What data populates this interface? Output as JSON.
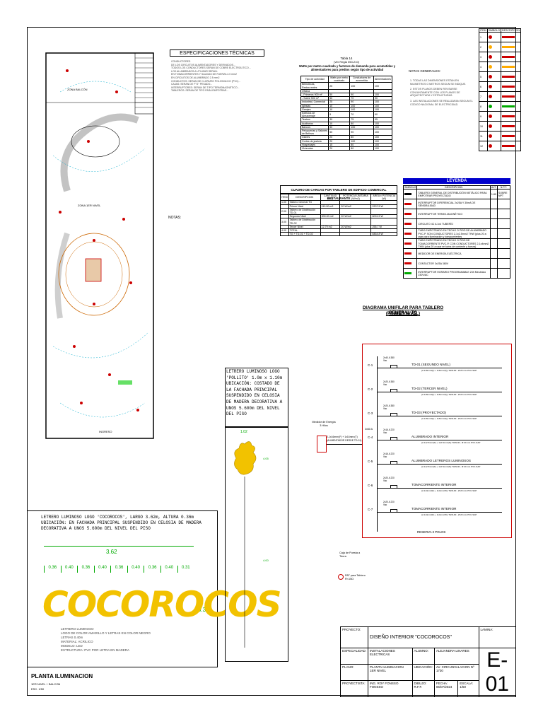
{
  "sheet": {
    "code": "E-01"
  },
  "plan": {
    "zona_balcon": "ZONA BALCÓN",
    "zona_primer_nivel": "ZONA 1ER NIVEL",
    "ingreso": "INGRESO",
    "title": "PLANTA ILUMINACION",
    "subtitle": "1ER NIVEL + BALCON",
    "scale": "ESC. 1/50",
    "dim_w_main": "3.62",
    "note_banner": "LETRERO LUMINOSO LOGO 'COCOROCOS', LARGO 3.62m, ALTURA 0.36m UBICACIÓN: EN FACHADA PRINCIPAL SUSPENDIDO EN CELOSIA DE MADERA DECORATIVA A UNOS 5.600m DEL NIVEL DEL PISO"
  },
  "spec": {
    "title": "ESPECIFICACIONES TÉCNICAS",
    "notas_label": "NOTAS:",
    "body": "CONDUCTORES\nDE LOS CIRCUITOS ALIMENTADORES Y DERIVADOS...\nTODOS LOS CONDUCTORES SERAN DE COBRE ELECTROLITICO...\nLOS ALUMBRADOS A UTILIZAR SERAN:\nEN TOMACORRIENTES Y SALIDAS DE FUERZA 4.0 mm2\nEN CIRCUITOS DE ALUMBRADO 2.5 mm2\nCONDUCTOS: SERAN DE CLORURO POLIVINILICO (PVC)...\nCAJAS: SERAN DE F°G° PESADO...\nINTERRUPTORES: SERAN DE TIPO TERMOMAGNETICO...\nTABLEROS: SERAN DE TIPO PARA EMPOTRAR..."
  },
  "tabla14": {
    "title": "Tabla 14",
    "subtitle": "(Ver Regla 050-210)",
    "caption": "Watts por metro cuadrado y factores de demanda para acometidas y alimentadores para predios según tipo de actividad",
    "headers": [
      "Tipo de actividad",
      "Watts por metro cuadrado",
      "Conductores de acometida",
      "Alimentadores"
    ],
    "rows": [
      [
        "Bibliotecas, Restaurantes",
        "25",
        "100",
        "100"
      ],
      [
        "Oficina",
        "",
        "",
        ""
      ],
      [
        "- Primeros 900 m²",
        "50",
        "90",
        "100"
      ],
      [
        "- Sobre 900 m²",
        "50",
        "70",
        "90"
      ],
      [
        "Industrial, Comercial",
        "25",
        "90",
        "100"
      ],
      [
        "Iglesias",
        "10",
        "100",
        "100"
      ],
      [
        "Garajes",
        "10",
        "100",
        "100"
      ],
      [
        "Edificios de Almacenaje",
        "5",
        "70",
        "90"
      ],
      [
        "Teatros",
        "30",
        "75",
        "95"
      ],
      [
        "Auditorios",
        "10",
        "80",
        "100"
      ],
      [
        "Bancos",
        "50",
        "100",
        "100"
      ],
      [
        "Peluquerías y Salones de Belleza",
        "50",
        "90",
        "100"
      ],
      [
        "Clubes",
        "20",
        "80",
        "100"
      ],
      [
        "Cortes de justicia",
        "20",
        "100",
        "100"
      ],
      [
        "Hospedajes",
        "15",
        "80",
        "100"
      ],
      [
        "Viviendas",
        "20",
        "80",
        "100"
      ]
    ]
  },
  "notas_right": {
    "title": "NOTAS GENERALES:",
    "items": [
      "1. TODAS LAS DIMENSIONES ESTAN EN MILIMETROS O METROS SEGUN SE INDIQUE.",
      "2. ESTOS PLANOS DEBEN REVISARSE CONJUNTAMENTE CON LOS PLANOS DE ARQUITECTURA Y ESTRUCTURAS.",
      "3. LAS INSTALACIONES SE REALIZARAN SEGUN EL CODIGO NACIONAL DE ELECTRICIDAD."
    ]
  },
  "cuadro_cargas": {
    "title": "CUADRO DE CARGAS POR TABLERO DE EDIFICIO COMERCIAL RESTAURANTE",
    "headers": [
      "ITEM",
      "DESCRIPCION",
      "CANTIDAD (m2)",
      "POTENCIA UNITARIA (W/m2)",
      "AREA x POTENCIA (W)"
    ],
    "rows": [
      [
        "1.00",
        "Tablero General TG",
        "",
        "",
        ""
      ],
      [
        "",
        "Primer Nivel",
        "110.00 m2",
        "20 W/m2",
        "2207.5 W"
      ],
      [
        "2.00",
        "Tablero de Distribución TD-01",
        "",
        "",
        ""
      ],
      [
        "",
        "Segundo Nivel",
        "300.00 m2",
        "20 W/m2",
        "6001.5 W"
      ],
      [
        "3.00",
        "Tablero de Distribución TD-02",
        "",
        "",
        ""
      ],
      [
        "",
        "Tercer Nivel",
        "12.79 m2",
        "20 W/m2",
        "255.7 W"
      ],
      [
        "4.00",
        "TOTAL",
        "",
        "",
        ""
      ],
      [
        "",
        "TG + TD-01 + TD-02",
        "",
        "",
        "8464.8 W"
      ]
    ]
  },
  "leyenda": {
    "title": "LEYENDA",
    "headers": [
      "SIMBOLO",
      "DESCRIPCION",
      "ALT.",
      "N.P.T."
    ],
    "rows": [
      {
        "color": "#000000",
        "desc": "TABLERO GENERAL DE DISTRIBUCIÓN METÁLICO PARA EMPOTRAR PROYECTADO",
        "alt": "1.80",
        "npt": "SOBRE NPT"
      },
      {
        "color": "#cc0000",
        "desc": "INTERRUPTOR DIFERENCIAL 2x25A Y 30mA DE SENSIBILIDAD",
        "alt": "",
        "npt": ""
      },
      {
        "color": "#cc0000",
        "desc": "INTERRUPTOR TERMO-MAGNÉTICO",
        "alt": "",
        "npt": ""
      },
      {
        "color": "#cc0000",
        "desc": "CIRCUITO 4C A 1x4 TUBERÍO",
        "alt": "",
        "npt": ""
      },
      {
        "color": "#cc0000",
        "desc": "TUBO EMPOTRADO EN TECHO O PISO DE ALUMBRADO PVC-P, SON CONDUCTORES 2-1x2.5mm2 THW (plus 20 a usar para iluminación y tomacorrientes",
        "alt": "",
        "npt": ""
      },
      {
        "color": "#cc0000",
        "desc": "TUBO EMPOTRADO EN TECHO O PISO DE TOMACORRIENTE PVC-P, CON CONDUCTORES 2-1x4mm2 THW (plus 20 a usar en toma de corriente y fuerza)",
        "alt": "",
        "npt": ""
      },
      {
        "color": "#cc0000",
        "desc": "MEDIDOR DE ENERGÍA ELÉCTRICA",
        "alt": "",
        "npt": ""
      },
      {
        "color": "#cc0000",
        "desc": "CONTACTOR 3x25A 380V",
        "alt": "",
        "npt": ""
      },
      {
        "color": "#00aa00",
        "desc": "INTERRUPTOR HORARIO PROGRAMABLE 24h Mecánico 230V/AC",
        "alt": "",
        "npt": ""
      }
    ]
  },
  "simbolos_top": {
    "headers": [
      "ITEM",
      "SIMBOLO",
      "DESCRIPCION"
    ],
    "rows": [
      "1",
      "2",
      "3",
      "4",
      "5",
      "6",
      "7",
      "8",
      "9",
      "10",
      "11",
      "12"
    ]
  },
  "unifilar": {
    "title": "DIAGRAMA UNIFILAR PARA TABLERO GENERAL TG",
    "subtitle": "(PRIMER NIVEL)",
    "medidor": "Medidor de Energía 3 Hilos",
    "acometida": "2-1x16mm²(F) + 1x16mm²(T) (ALIMENTADOR DESDE TD-01)",
    "principal": "3x60 A",
    "caja": "Caja de Puesta a Tierra",
    "pat": "PAT para Tablero R<15Ω",
    "reserva": "RESERVA 3 POLOS",
    "circuits": [
      {
        "id": "C-1",
        "breaker": "2x40 A 380 Vac",
        "name": "TD-01 (SEGUNDO NIVEL)",
        "cable": "(2-1x6mm²(F) + 1x6mm²(T)) THW-90 - Ø 25 mm PVC-SAP"
      },
      {
        "id": "C-2",
        "breaker": "2x20 A 380 Vac",
        "name": "TD-02 (TERCER NIVEL)",
        "cable": "(2-1x6mm²(F) + 1x6mm²(T)) THW-90 - Ø 20 mm PVC-SAP"
      },
      {
        "id": "C-3",
        "breaker": "2x20 A 380 Vac",
        "name": "TD-03 (PROYECTADO)",
        "cable": "(2-1x6mm²(F) + 1x6mm²(T)) THW-90 - Ø 20 mm PVC-SAP"
      },
      {
        "id": "C-4",
        "breaker": "2x16 A 220 Vac",
        "name": "ALUMBRADO INTERIOR",
        "cable": "(2-1x2.5mm²(F) + 1x2.5mm²(T)) THW-90 - Ø 20 mm PVC-SAP"
      },
      {
        "id": "C-5",
        "breaker": "2x16 A 220 Vac",
        "name": "ALUMBRADO LETREROS LUMINOSOS",
        "cable": "(2-1x2.5mm²(F) + 1x2.5mm²(T)) THW-90 - Ø 20 mm PVC-SAP"
      },
      {
        "id": "C-6",
        "breaker": "2x20 A 220 Vac",
        "name": "TOMACORRIENTE INTERIOR",
        "cable": "(2-1x4mm²(F) + 1x4mm²(T)) THW-90 - Ø 20 mm PVC-SAP"
      },
      {
        "id": "C-7",
        "breaker": "2x20 A 220 Vac",
        "name": "TOMACORRIENTE INTERIOR",
        "cable": "(2-1x4mm²(F) + 1x4mm²(T)) THW-90 - Ø 20 mm PVC-SAP"
      }
    ]
  },
  "rooster_note": "LETRERO LUMINOSO LOGO 'POLLITO' 1.0m x 1.10m UBICACIÓN: COSTADO DE LA FACHADA PRINCIPAL SUSPENDIDO EN CELOSIA DE MADERA DECORATIVA A UNOS 5.600m DEL NIVEL DEL PISO",
  "rooster": {
    "w": "1.02",
    "h1": "4.05",
    "h2": "4.00"
  },
  "banner_dims": [
    "0.36",
    "0.40",
    "0.36",
    "0.40",
    "0.36",
    "0.40",
    "0.36",
    "0.40",
    "0.31"
  ],
  "banner_h": "0.36",
  "banner_text": "COCOROCOS",
  "banner_legend": [
    "LETRERO LUMINOSO",
    "LOGO DE COLOR AMARILLO Y LETRAS EN COLOR NEGRO",
    "LETRAS 0.40m",
    "MATERIAL: ACRILICO",
    "MODELO: LED",
    "ESTRUCTURA: PVC POR LETRA EN MADERA"
  ],
  "titleblock": {
    "proyecto_label": "PROYECTO:",
    "proyecto": "DISEÑO INTERIOR \"COCOROCOS\"",
    "lamina_label": "LAMINA:",
    "especialidad_label": "ESPECIALIDAD:",
    "especialidad": "INSTALACIONES ELECTRICAS",
    "alumno_label": "ALUMNO:",
    "alumno": "ALEJANDRA LINARES",
    "plano_label": "PLANO:",
    "plano": "PLANTA ILUMINACION 1ER NIVEL",
    "ubicacion_label": "UBICACIÓN:",
    "ubicacion": "AV. CIRCUNVALACION Nº 1730",
    "proyectista_label": "PROYECTISTA:",
    "proyectista": "ING. ROY FONSSO FONSSO",
    "dibujo_label": "DIBUJO:",
    "dibujo": "R.F.F.",
    "fecha_label": "FECHA:",
    "fecha": "05/07/2024",
    "escala_label": "ESCALA:",
    "escala": "1/50"
  }
}
